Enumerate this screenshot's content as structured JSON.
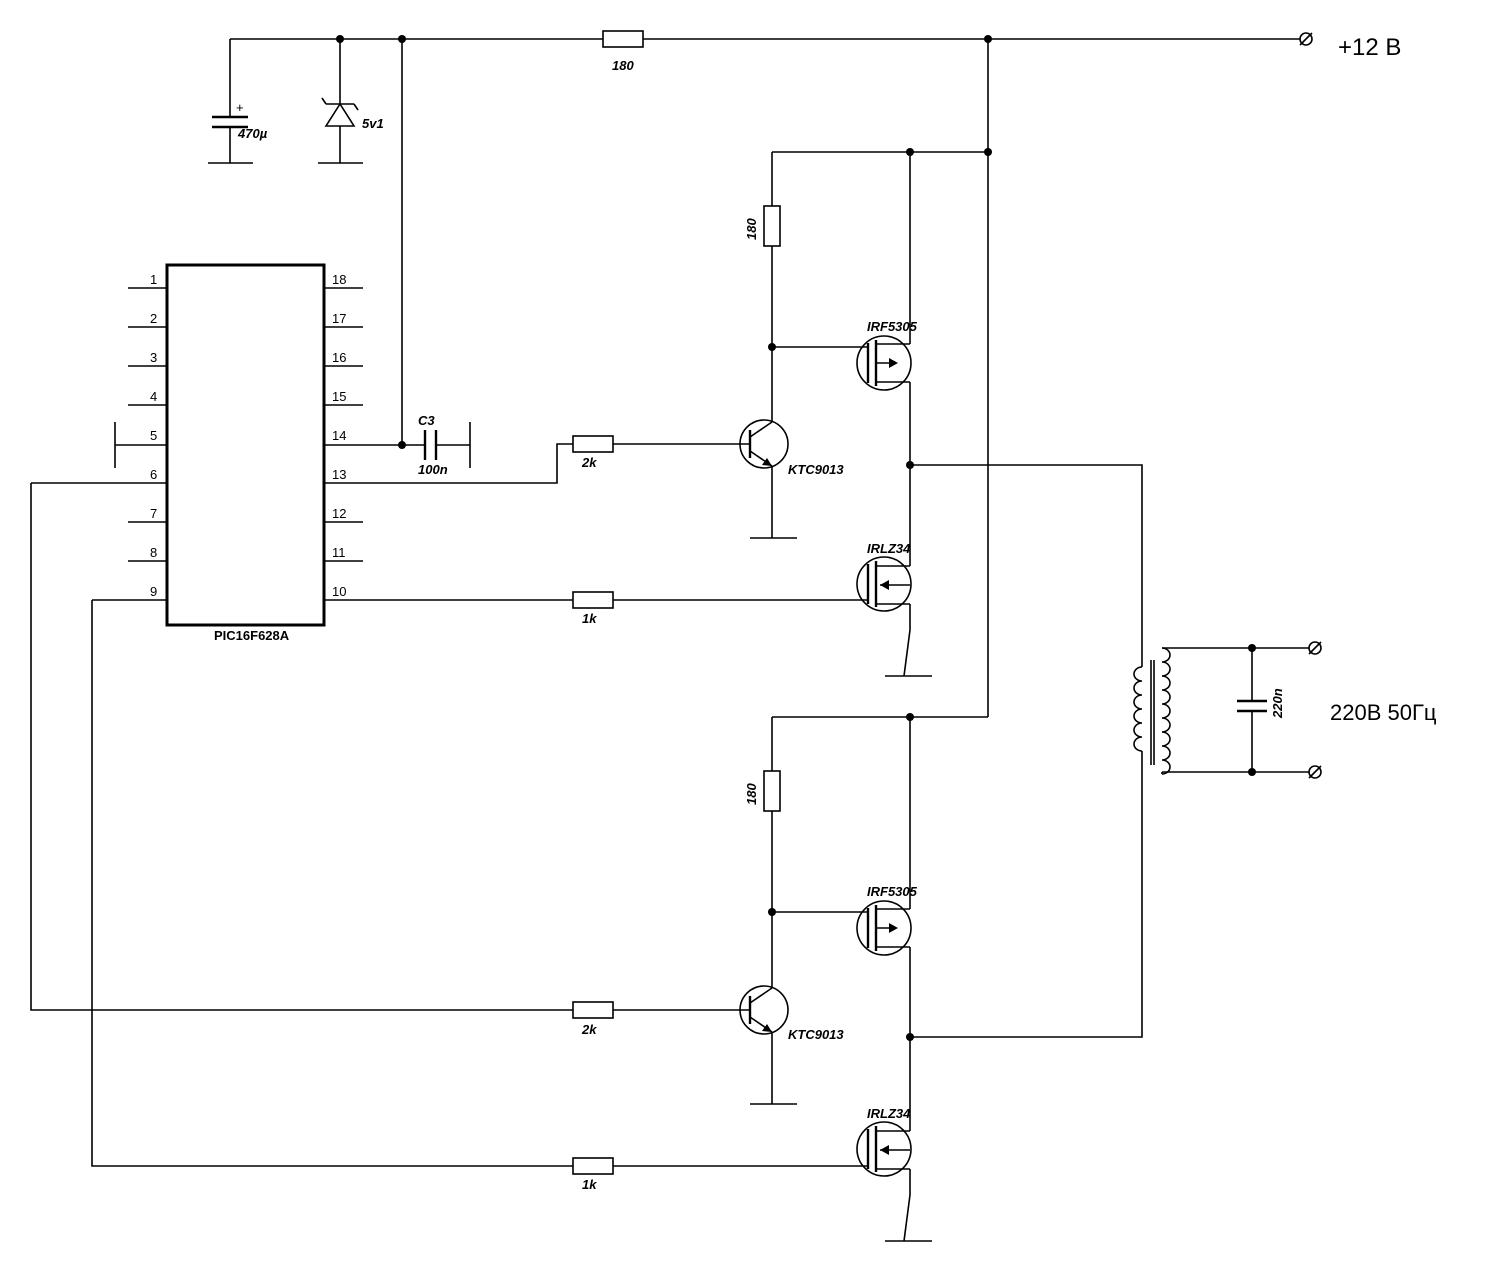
{
  "supply": {
    "label": "+12 В"
  },
  "output": {
    "label": "220В  50Гц"
  },
  "ic": {
    "name": "PIC16F628A",
    "pins_left": [
      "1",
      "2",
      "3",
      "4",
      "5",
      "6",
      "7",
      "8",
      "9"
    ],
    "pins_right": [
      "18",
      "17",
      "16",
      "15",
      "14",
      "13",
      "12",
      "11",
      "10"
    ]
  },
  "components": {
    "cap_470": "470µ",
    "cap_plus": "+",
    "zener": "5v1",
    "r_supply": "180",
    "c3_name": "C3",
    "c3_value": "100n",
    "r_base_top": "2k",
    "r_base_bottom": "2k",
    "r_gate_top": "1k",
    "r_gate_bottom": "1k",
    "r_pull_top": "180",
    "r_pull_bottom": "180",
    "pmos_top": "IRF5305",
    "pmos_bottom": "IRF5305",
    "nmos_top": "IRLZ34",
    "nmos_bottom": "IRLZ34",
    "npn_top": "KTC9013",
    "npn_bottom": "KTC9013",
    "cap_out": "220n"
  }
}
